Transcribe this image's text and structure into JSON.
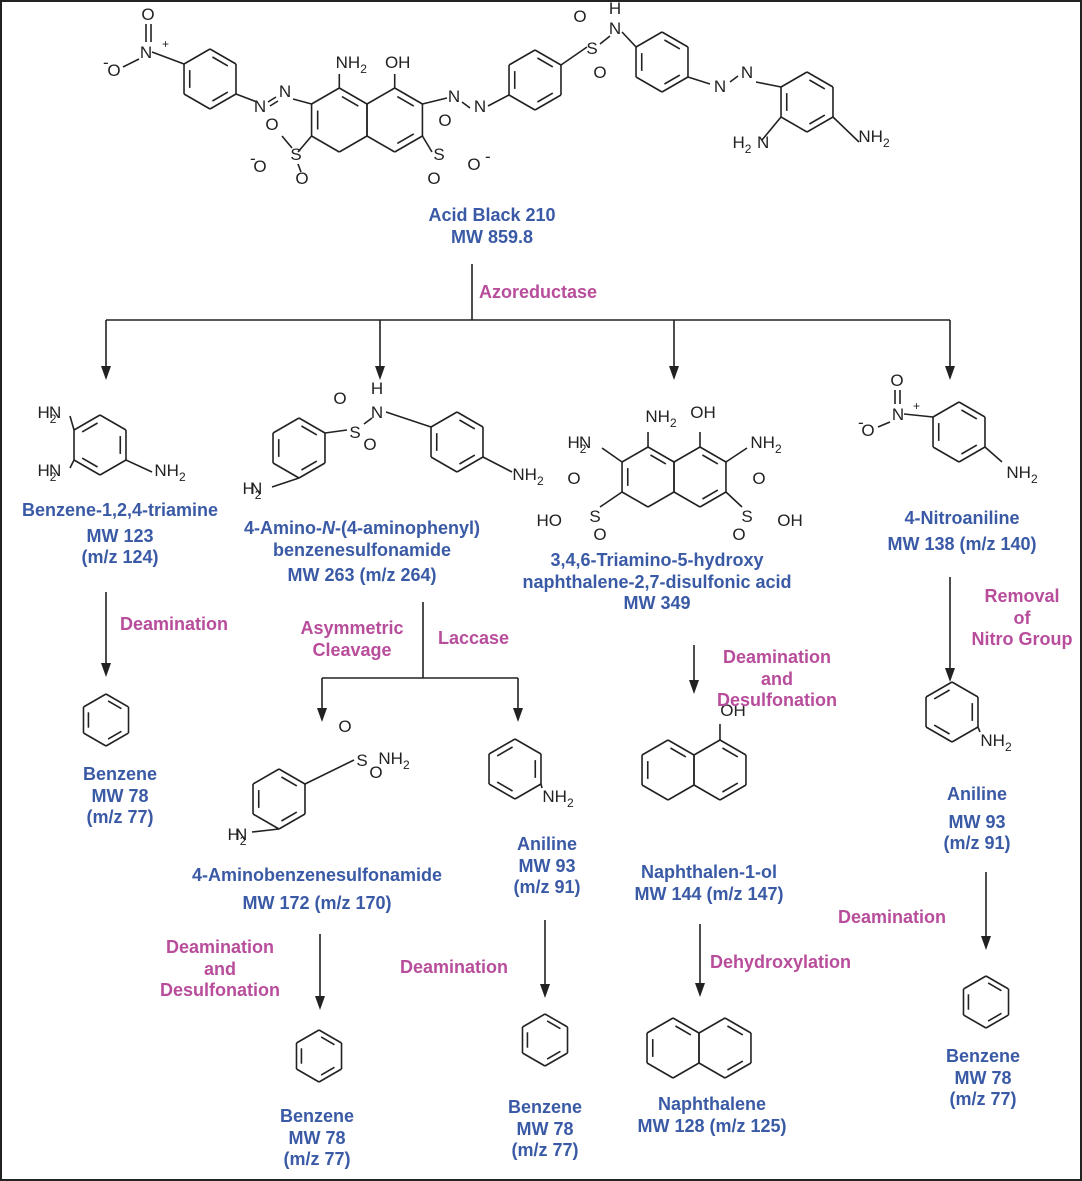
{
  "colors": {
    "compound_label": "#3a5aa6",
    "enzyme_label": "#b84d9b",
    "bond": "#222222"
  },
  "parent": {
    "name": "Acid Black 210",
    "mw": "MW 859.8",
    "atoms": {
      "nitro_n": "N",
      "nitro_o1": "O",
      "nitro_o2": "O",
      "azo_n": "N",
      "nh2": "NH",
      "oh": "OH",
      "sulfur": "S",
      "oxygen": "O",
      "nh": "N",
      "h": "H",
      "h2n": "H",
      "amine": "NH"
    }
  },
  "enzyme_main": "Azoreductase",
  "products": [
    {
      "id": "p1",
      "name": "Benzene-1,2,4-triamine",
      "mw": "MW 123",
      "mz": "(m/z 124)"
    },
    {
      "id": "p2",
      "name_a": "4-Amino-",
      "name_b": "N",
      "name_c": "-(4-aminophenyl)",
      "name2": "benzenesulfonamide",
      "mw": "MW 263 (m/z 264)"
    },
    {
      "id": "p3",
      "name": "3,4,6-Triamino-5-hydroxy",
      "name2": "naphthalene-2,7-disulfonic acid",
      "mw": "MW 349"
    },
    {
      "id": "p4",
      "name": "4-Nitroaniline",
      "mw": "MW 138 (m/z 140)"
    }
  ],
  "steps": {
    "p1_step": "Deamination",
    "p2_step_a": "Asymmetric",
    "p2_step_b": "Cleavage",
    "p2_enzyme": "Laccase",
    "p3_step_a": "Deamination",
    "p3_step_b": "and",
    "p3_step_c": "Desulfonation",
    "p4_step_a": "Removal",
    "p4_step_b": "of",
    "p4_step_c": "Nitro Group",
    "sulfa_step_a": "Deamination",
    "sulfa_step_b": "and",
    "sulfa_step_c": "Desulfonation",
    "aniline_step": "Deamination",
    "naphthol_step": "Dehydroxylation",
    "aniline2_step": "Deamination"
  },
  "secondary": [
    {
      "id": "s1",
      "name": "Benzene",
      "mw": "MW 78",
      "mz": "(m/z 77)"
    },
    {
      "id": "s2",
      "name": "4-Aminobenzenesulfonamide",
      "mw": "MW 172 (m/z 170)"
    },
    {
      "id": "s3",
      "name": "Aniline",
      "mw": "MW 93",
      "mz": "(m/z 91)"
    },
    {
      "id": "s4",
      "name": "Naphthalen-1-ol",
      "mw": "MW 144 (m/z 147)"
    },
    {
      "id": "s5",
      "name": "Aniline",
      "mw": "MW 93",
      "mz": "(m/z 91)"
    }
  ],
  "tertiary": [
    {
      "id": "t1",
      "name": "Benzene",
      "mw": "MW 78",
      "mz": "(m/z 77)"
    },
    {
      "id": "t2",
      "name": "Benzene",
      "mw": "MW 78",
      "mz": "(m/z 77)"
    },
    {
      "id": "t3",
      "name": "Naphthalene",
      "mw": "MW 128 (m/z 125)"
    },
    {
      "id": "t4",
      "name": "Benzene",
      "mw": "MW 78",
      "mz": "(m/z 77)"
    }
  ]
}
